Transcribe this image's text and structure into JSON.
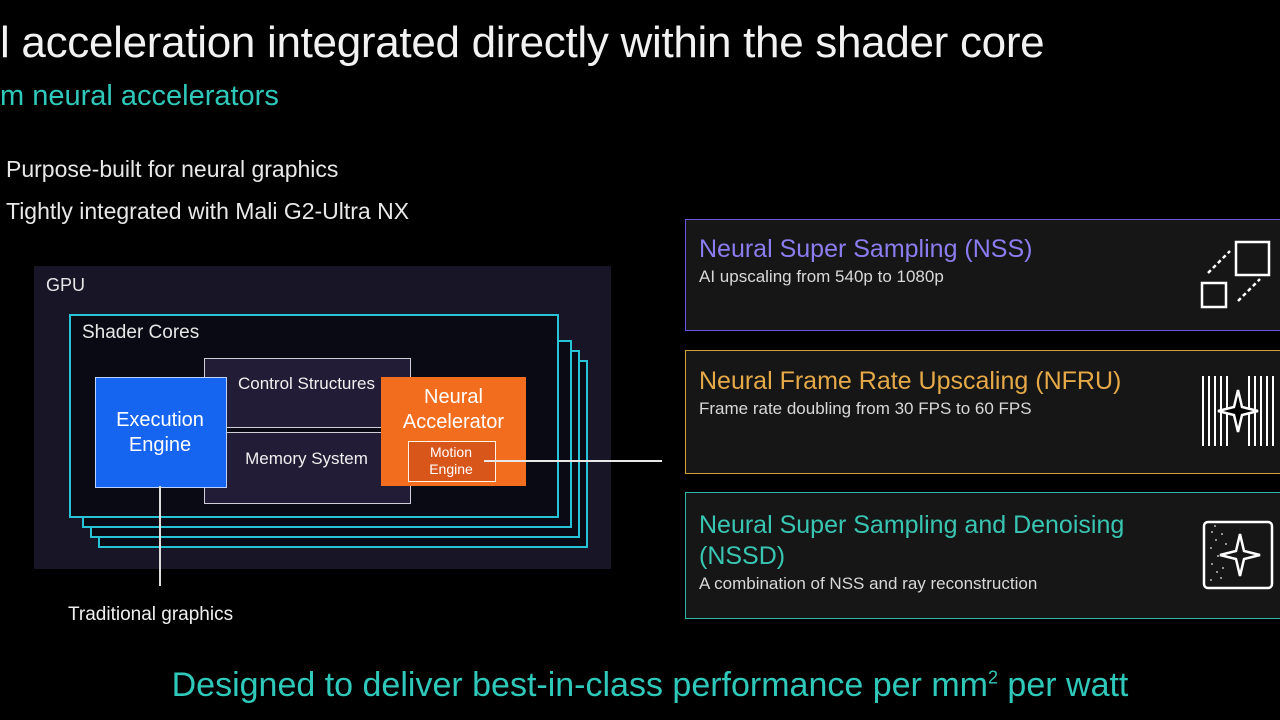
{
  "slide": {
    "title": "l acceleration integrated directly within the shader core",
    "subtitle": "m neural accelerators",
    "bullets": [
      "Purpose-built for neural graphics",
      "Tightly integrated with Mali G2-Ultra NX"
    ],
    "footer_pre": "Designed to deliver best-in-class performance per mm",
    "footer_sup": "2",
    "footer_post": " per watt"
  },
  "diagram": {
    "gpu_label": "GPU",
    "shader_cores_label": "Shader Cores",
    "execution_engine": "Execution Engine",
    "control_structures": "Control Structures",
    "memory_system": "Memory System",
    "neural_accelerator": "Neural Accelerator",
    "motion_engine": "Motion Engine",
    "traditional_graphics": "Traditional graphics"
  },
  "cards": [
    {
      "title": "Neural Super Sampling (NSS)",
      "desc": "AI upscaling from 540p to 1080p",
      "icon": "upscale-icon",
      "color": "#8b7cf0"
    },
    {
      "title": "Neural Frame Rate Upscaling (NFRU)",
      "desc": "Frame rate doubling from 30 FPS to 60 FPS",
      "icon": "frame-rate-icon",
      "color": "#e6a948"
    },
    {
      "title": "Neural Super Sampling and Denoising (NSSD)",
      "desc": "A combination of NSS and ray reconstruction",
      "icon": "denoise-icon",
      "color": "#38c6b3"
    }
  ],
  "colors": {
    "accent": "#2fc9bb",
    "execution": "#1565f0",
    "neural": "#f26d1e",
    "shader_border": "#27c3d6"
  }
}
